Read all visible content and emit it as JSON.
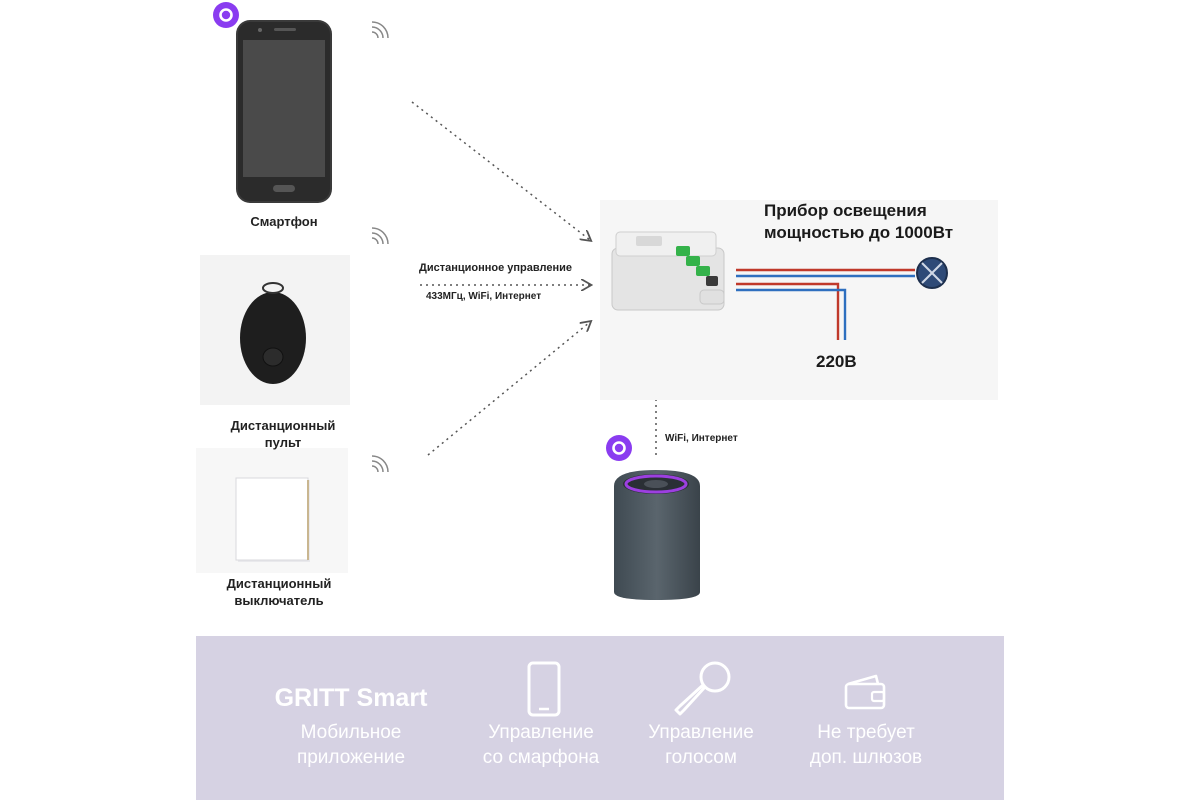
{
  "devices": {
    "smartphone": {
      "label": "Смартфон"
    },
    "remote": {
      "label_line1": "Дистанционный",
      "label_line2": "пульт"
    },
    "switch": {
      "label_line1": "Дистанционный",
      "label_line2": "выключатель"
    }
  },
  "control": {
    "title": "Дистанционное управление",
    "protocols": "433МГц, WiFi, Интернет"
  },
  "speaker_link": {
    "label": "WiFi, Интернет"
  },
  "light": {
    "line1": "Прибор освещения",
    "line2": "мощностью до 1000Вт"
  },
  "power": {
    "voltage": "220В"
  },
  "colors": {
    "alice": "#8a3cf0",
    "phase": "#c0392b",
    "neutral": "#2e6fbf",
    "banner": "#d6d2e3"
  },
  "banner": {
    "brand": "GRITT Smart",
    "brand_line1": "Мобильное",
    "brand_line2": "приложение",
    "features": [
      {
        "icon": "smartphone-icon",
        "line1": "Управление",
        "line2": "со смарфона"
      },
      {
        "icon": "microphone-icon",
        "line1": "Управление",
        "line2": "голосом"
      },
      {
        "icon": "wallet-icon",
        "line1": "Не требует",
        "line2": "доп. шлюзов"
      }
    ]
  }
}
